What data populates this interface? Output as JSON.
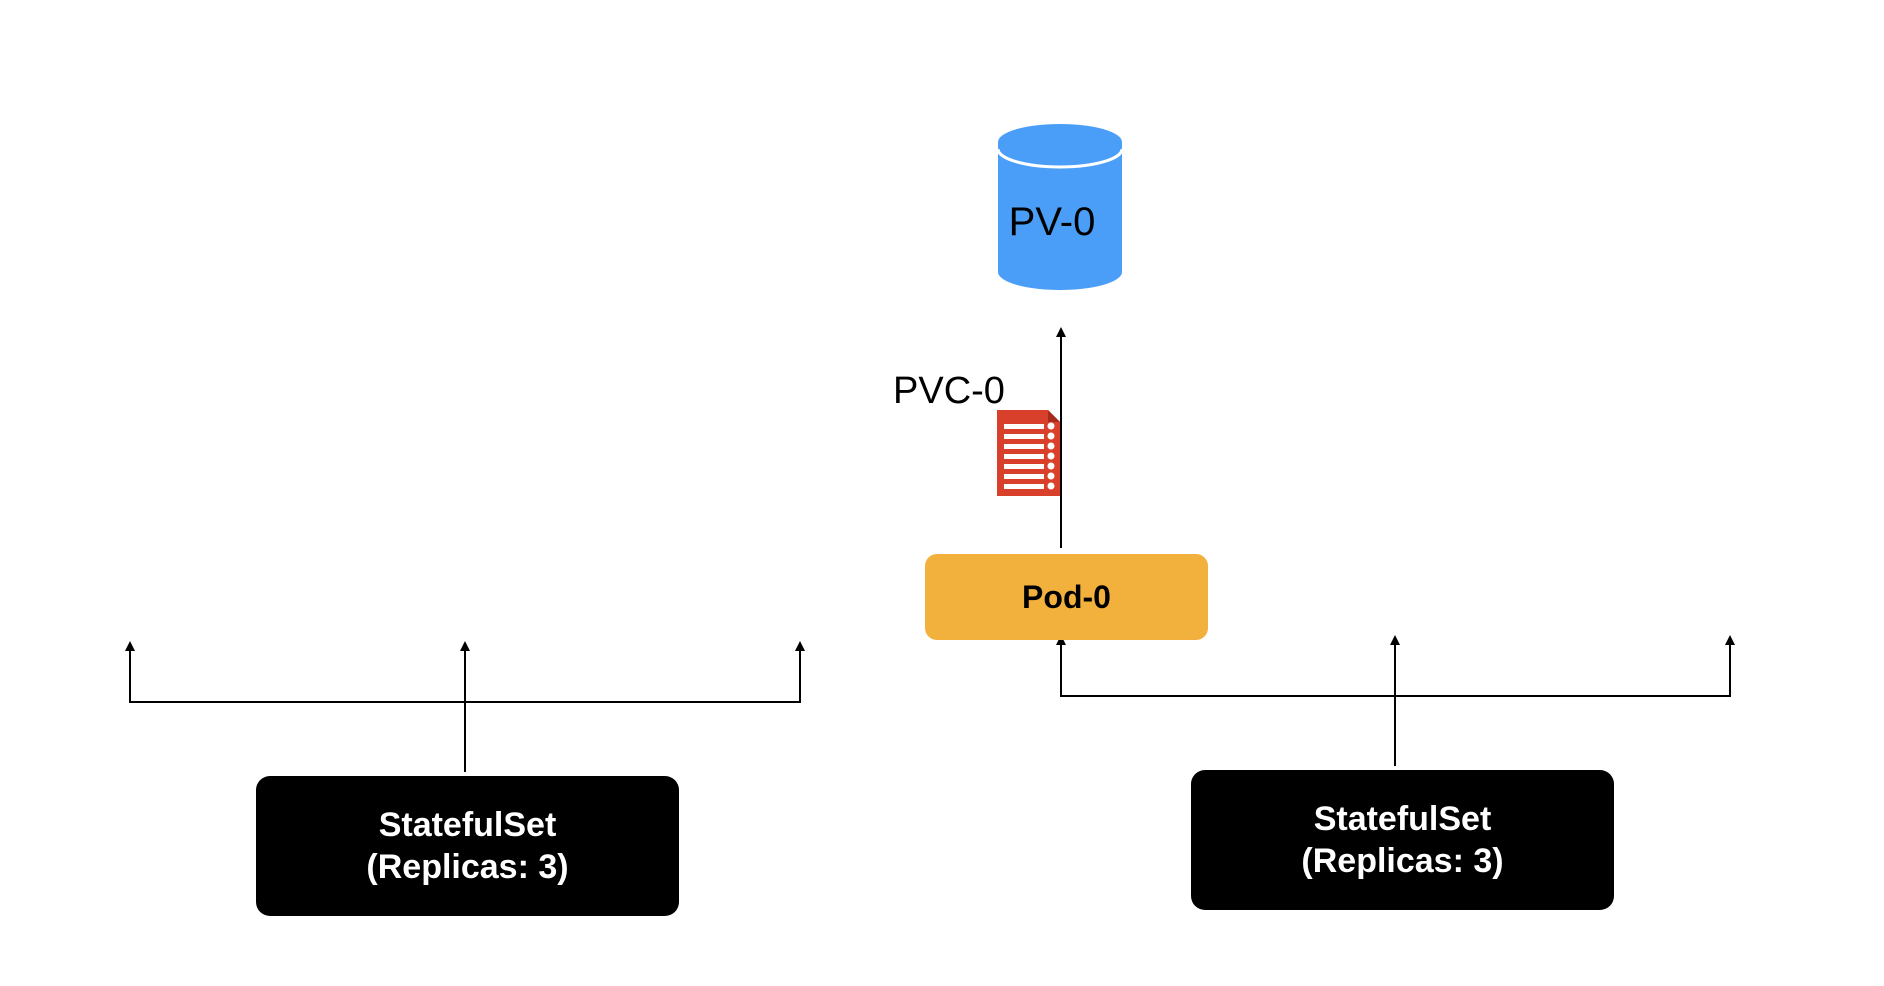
{
  "left_statefulset": {
    "line1": "StatefulSet",
    "line2": "(Replicas: 3)"
  },
  "right_statefulset": {
    "line1": "StatefulSet",
    "line2": "(Replicas: 3)"
  },
  "pod": {
    "label": "Pod-0"
  },
  "pvc": {
    "label": "PVC-0",
    "icon": "document-list-icon"
  },
  "pv": {
    "label": "PV-0",
    "icon": "database-cylinder-icon"
  },
  "colors": {
    "statefulset_fill": "#000000",
    "statefulset_text": "#ffffff",
    "pod_fill": "#f2b13c",
    "pv_fill": "#4a9ef8",
    "pvc_fill": "#d9402c",
    "connector": "#000000"
  }
}
